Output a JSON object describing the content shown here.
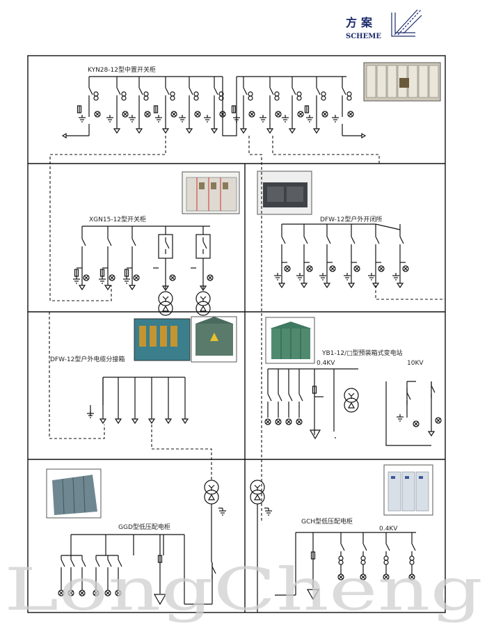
{
  "header": {
    "title_cn": "方案",
    "title_en": "SCHEME"
  },
  "panels": {
    "kyn28": {
      "label": "KYN28-12型中置开关柜"
    },
    "xgn15": {
      "label": "XGN15-12型开关柜"
    },
    "dfw_open": {
      "label": "DFW-12型户外开闭所"
    },
    "dfw_cable": {
      "label": "DFW-12型户外电缆分接箱"
    },
    "yb1": {
      "label": "YB1-12/□型预装箱式变电站",
      "voltage_low": "0.4KV",
      "voltage_high": "10KV"
    },
    "ggd": {
      "label": "GGD型低压配电柜"
    },
    "gch": {
      "label": "GCH型低压配电柜",
      "voltage": "0.4KV"
    }
  },
  "watermark": "LongCheng",
  "colors": {
    "line": "#111111",
    "header": "#1a2a6a",
    "watermark": "#cfcfcf"
  }
}
